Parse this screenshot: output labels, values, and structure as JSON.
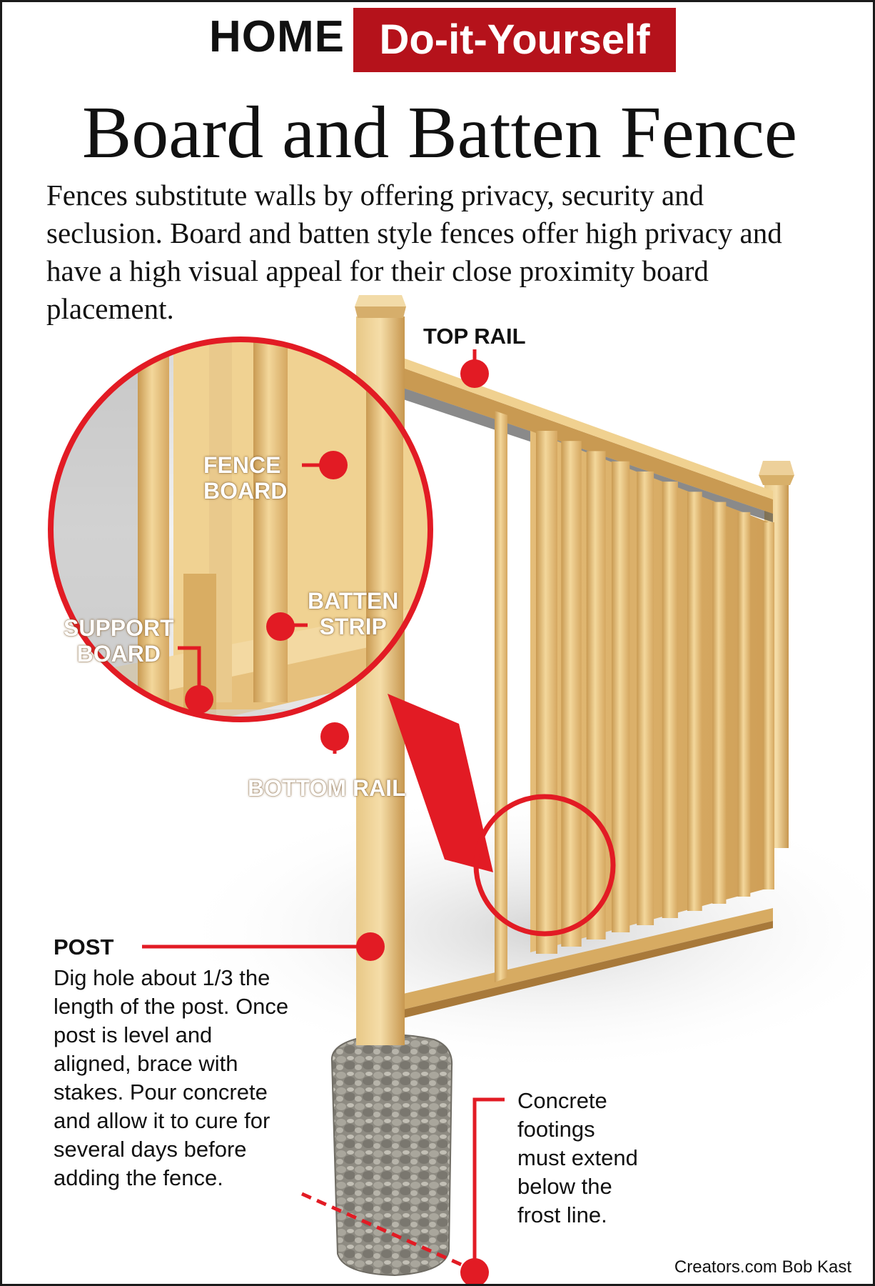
{
  "header": {
    "home_label": "HOME",
    "section_label": "Do-it-Yourself"
  },
  "title": "Board and Batten Fence",
  "intro": "Fences substitute walls by offering privacy, security and seclusion. Board and batten style fences offer high privacy and have a high visual appeal for their close proximity board placement.",
  "labels": {
    "top_rail": "TOP RAIL",
    "fence_board": [
      "FENCE",
      "BOARD"
    ],
    "batten_strip": [
      "BATTEN",
      "STRIP"
    ],
    "support_board": [
      "SUPPORT",
      "BOARD"
    ],
    "bottom_rail": "BOTTOM RAIL"
  },
  "post": {
    "heading": "POST",
    "body": "Dig hole about 1/3 the length of the post. Once post is level and aligned, brace with stakes. Pour concrete and allow it to cure for several days before adding the fence."
  },
  "footing_note": "Concrete footings must extend below the frost line.",
  "credit": "Creators.com Bob Kast",
  "colors": {
    "accent_red": "#e21b24",
    "header_red": "#b5121b",
    "wood_light": "#f0d190",
    "wood_mid": "#ddb46a",
    "wood_dark": "#b88a45",
    "concrete": "#8d8a80"
  }
}
